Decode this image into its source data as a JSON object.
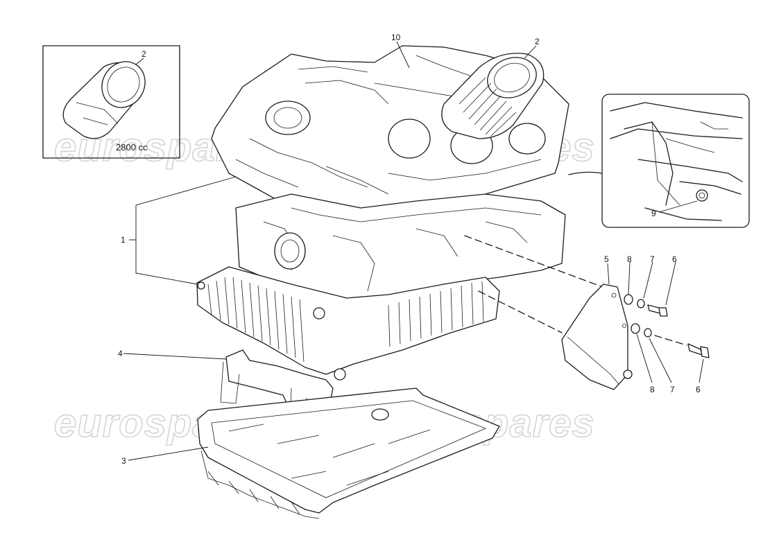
{
  "inset_left": {
    "caption": "2800 cc",
    "part_label": "2"
  },
  "labels": {
    "p1": "1",
    "p2": "2",
    "p3": "3",
    "p4": "4",
    "p5": "5",
    "p6a": "6",
    "p6b": "6",
    "p7a": "7",
    "p7b": "7",
    "p8a": "8",
    "p8b": "8",
    "p9": "9",
    "p10": "10"
  },
  "watermark": {
    "text": "eurospares"
  }
}
